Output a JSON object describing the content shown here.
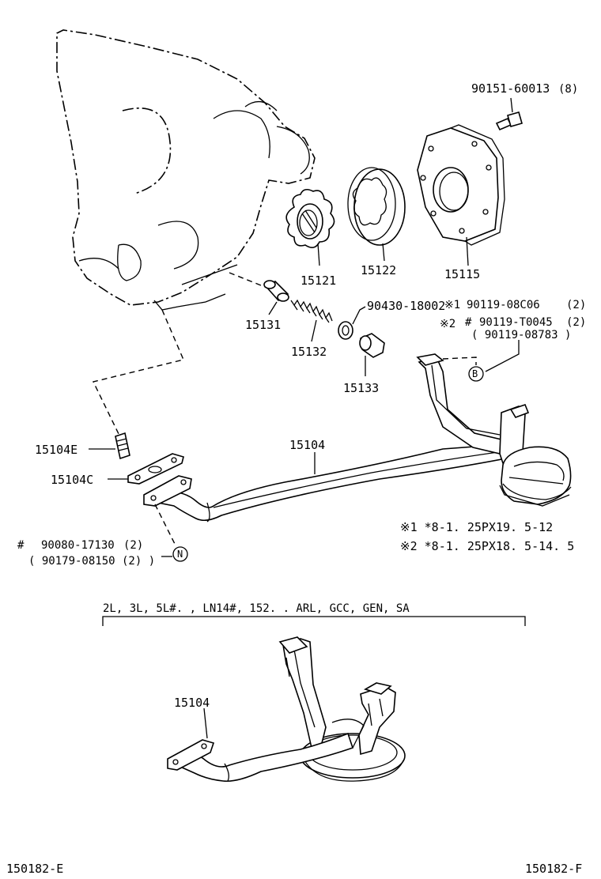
{
  "labels": {
    "bolt_top": "90151-60013",
    "bolt_top_qty": "(8)",
    "p15121": "15121",
    "p15122": "15122",
    "p15115": "15115",
    "p15131": "15131",
    "p15132": "15132",
    "p15133": "15133",
    "p90430": "90430-18002",
    "note1_mark": "※1",
    "note1_part": "90119-08C06",
    "note1_qty": "(2)",
    "note2_mark": "※2",
    "note2_hash": "#",
    "note2_part": "90119-T0045",
    "note2_qty": "(2)",
    "note2_alt": "( 90119-08783 )",
    "callout_b": "B",
    "p15104e": "15104E",
    "p15104c": "15104C",
    "p15104": "15104",
    "left_hash": "#",
    "left_part1": "90080-17130",
    "left_part1_qty": "(2)",
    "left_part2": "( 90179-08150 (2) )",
    "callout_n": "N",
    "spec1": "※1 *8-1. 25PX19. 5-12",
    "spec2": "※2 *8-1. 25PX18. 5-14. 5",
    "variant_heading": "2L, 3L, 5L#. , LN14#, 152. . ARL, GCC, GEN, SA",
    "p15104_lower": "15104",
    "footer_left": "150182-E",
    "footer_right": "150182-F"
  }
}
